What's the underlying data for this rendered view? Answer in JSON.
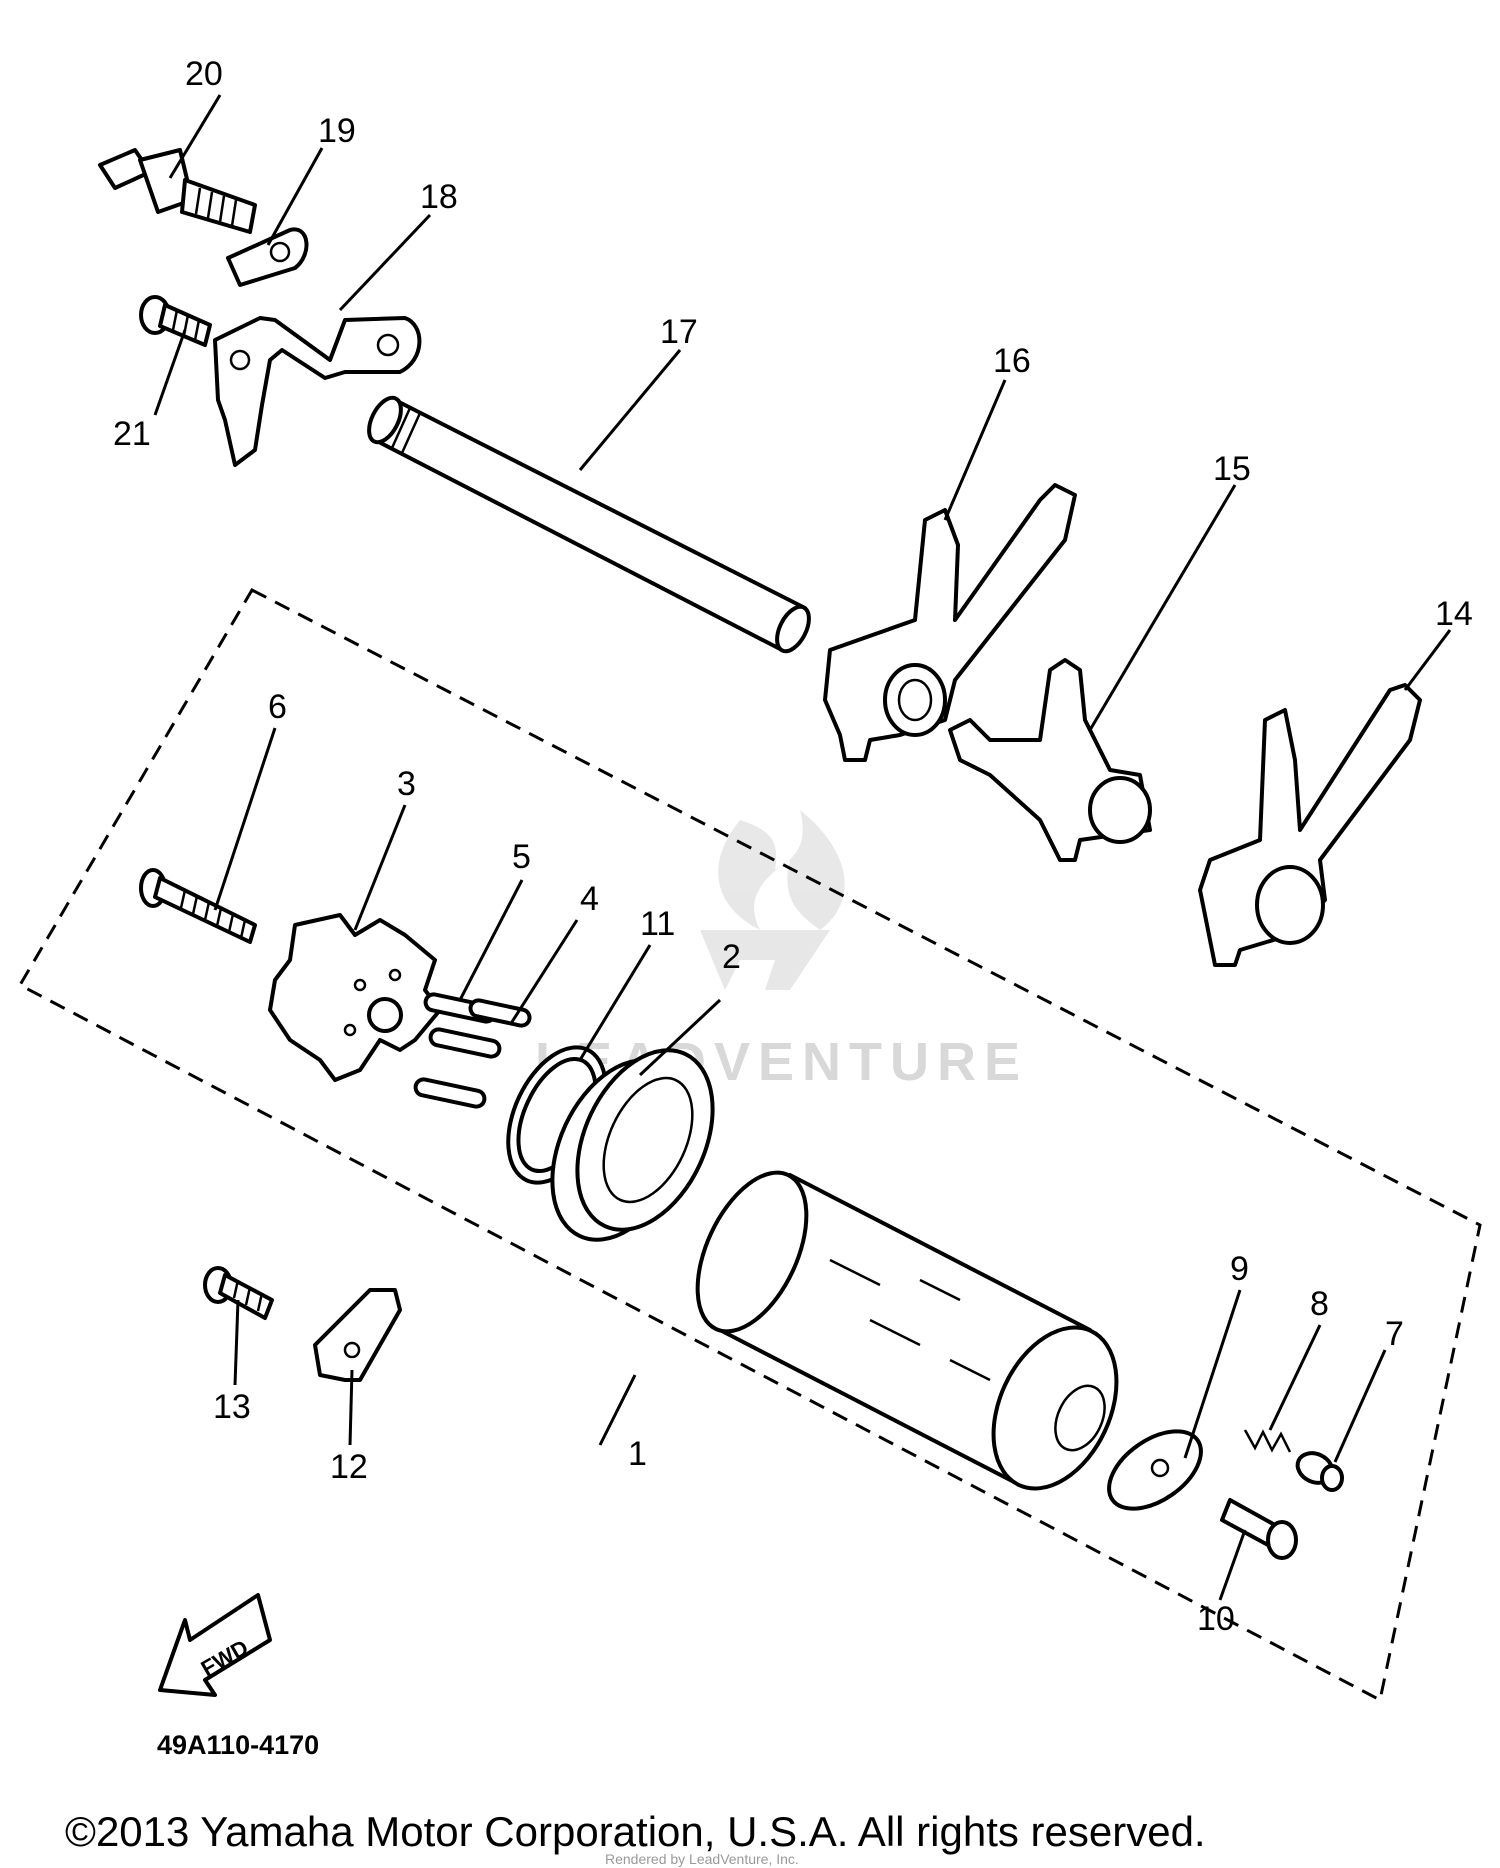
{
  "diagram": {
    "part_callouts": [
      {
        "id": "1",
        "label": "1"
      },
      {
        "id": "2",
        "label": "2"
      },
      {
        "id": "3",
        "label": "3"
      },
      {
        "id": "4",
        "label": "4"
      },
      {
        "id": "5",
        "label": "5"
      },
      {
        "id": "6",
        "label": "6"
      },
      {
        "id": "7",
        "label": "7"
      },
      {
        "id": "8",
        "label": "8"
      },
      {
        "id": "9",
        "label": "9"
      },
      {
        "id": "10",
        "label": "10"
      },
      {
        "id": "11",
        "label": "11"
      },
      {
        "id": "12",
        "label": "12"
      },
      {
        "id": "13",
        "label": "13"
      },
      {
        "id": "14",
        "label": "14"
      },
      {
        "id": "15",
        "label": "15"
      },
      {
        "id": "16",
        "label": "16"
      },
      {
        "id": "17",
        "label": "17"
      },
      {
        "id": "18",
        "label": "18"
      },
      {
        "id": "19",
        "label": "19"
      },
      {
        "id": "20",
        "label": "20"
      },
      {
        "id": "21",
        "label": "21"
      }
    ],
    "direction_arrow": {
      "label": "FWD"
    },
    "diagram_code": "49A110-4170",
    "copyright": "©2013 Yamaha Motor Corporation, U.S.A. All rights reserved.",
    "watermark": {
      "text": "LEADVENTURE",
      "small_text": "Rendered by LeadVenture, Inc."
    }
  }
}
